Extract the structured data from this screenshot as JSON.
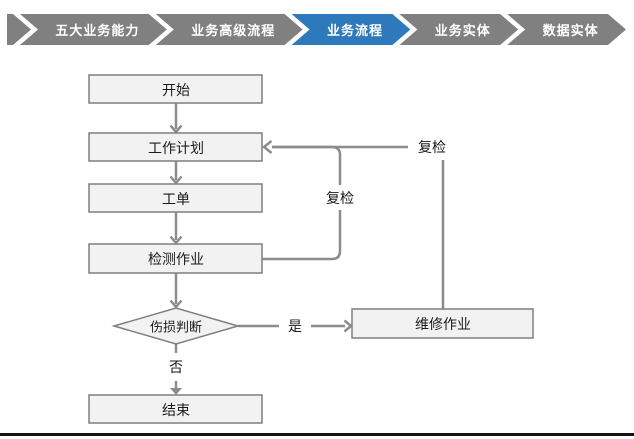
{
  "breadcrumb": {
    "items": [
      {
        "label": "五大业务能力",
        "active": false
      },
      {
        "label": "业务高级流程",
        "active": false
      },
      {
        "label": "业务流程",
        "active": true
      },
      {
        "label": "业务实体",
        "active": false
      },
      {
        "label": "数据实体",
        "active": false
      }
    ]
  },
  "flowchart": {
    "nodes": {
      "start": "开始",
      "plan": "工作计划",
      "order": "工单",
      "inspect": "检测作业",
      "decision": "伤损判断",
      "repair": "维修作业",
      "end": "结束"
    },
    "edge_labels": {
      "yes": "是",
      "no": "否",
      "recheck_inner": "复检",
      "recheck_outer": "复检"
    }
  },
  "colors": {
    "accent_blue": "#2E78BC",
    "chevron_gray": "#808080",
    "connector_line": "#8C8C8C",
    "node_fill": "#F2F2F2",
    "node_border": "#7F7F7F",
    "text": "#1A1A1A",
    "bottom_border": "#141414"
  }
}
